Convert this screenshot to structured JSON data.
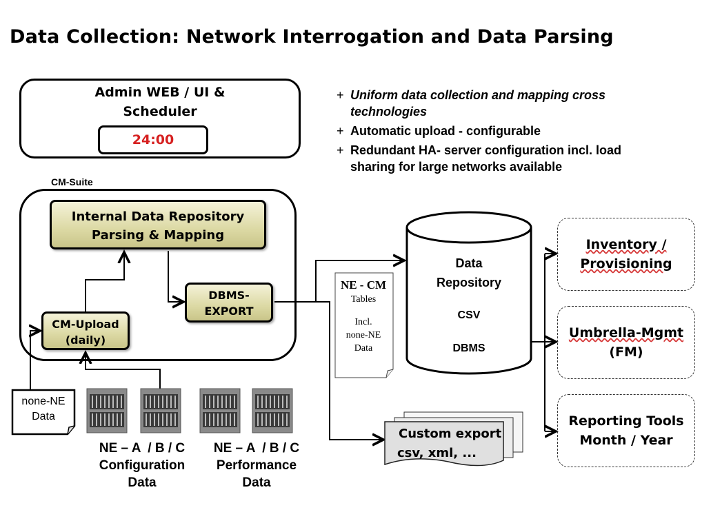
{
  "title": "Data Collection: Network Interrogation and Data Parsing",
  "admin": {
    "line1": "Admin WEB / UI &",
    "line2": "Scheduler",
    "time": "24:00"
  },
  "bullets": [
    {
      "marker": "+",
      "line1": "Uniform data collection and mapping cross",
      "line2": "technologies"
    },
    {
      "marker": "+",
      "line1": "Automatic upload - configurable",
      "line2": ""
    },
    {
      "marker": "+",
      "line1": "Redundant HA- server configuration incl. load",
      "line2": "sharing for large networks available"
    }
  ],
  "suite_label": "CM-Suite",
  "internal_repo": {
    "line1": "Internal Data Repository",
    "line2": "Parsing & Mapping"
  },
  "cm_upload": {
    "line1": "CM-Upload",
    "line2": "(daily)"
  },
  "dbms_export": {
    "line1": "DBMS-",
    "line2": "EXPORT"
  },
  "ne_cm_doc": {
    "heading": "NE - CM",
    "l1": "Tables",
    "l2": "Incl.",
    "l3": "none-NE",
    "l4": "Data"
  },
  "none_ne": {
    "line1": "none-NE",
    "line2": "Data"
  },
  "data_repo": {
    "line1": "Data",
    "line2": "Repository",
    "csv": "CSV",
    "dbms": "DBMS"
  },
  "custom_export": {
    "line1": "Custom export",
    "line2": "csv, xml, ..."
  },
  "outputs": [
    {
      "line1": "Inventory /",
      "line2": "Provisioning"
    },
    {
      "line1": "Umbrella-Mgmt",
      "line2": "(FM)"
    },
    {
      "line1": "Reporting Tools",
      "line2": "Month / Year"
    }
  ],
  "config_label": {
    "line1": "NE – A  / B / C",
    "line2": "Configuration",
    "line3": "Data"
  },
  "perf_label": {
    "line1": "NE – A  / B / C",
    "line2": "Performance",
    "line3": "Data"
  },
  "colors": {
    "clock_text": "#d62020",
    "box_fill": "#dcd9a4"
  }
}
